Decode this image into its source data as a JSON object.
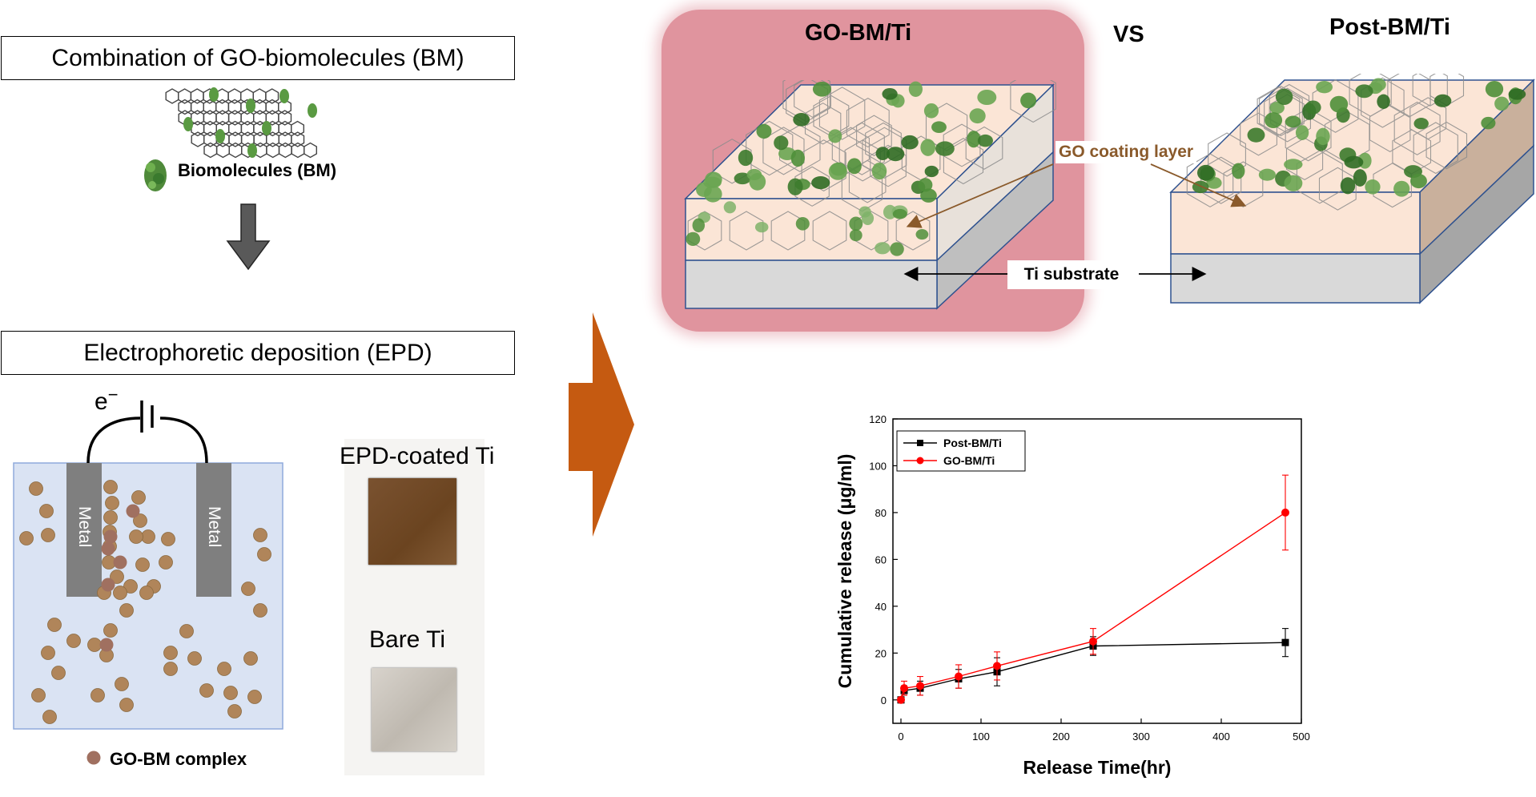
{
  "left": {
    "box1_label": "Combination of GO-biomolecules (BM)",
    "biomolecule_label": "Biomolecules (BM)",
    "box2_label": "Electrophoretic deposition (EPD)",
    "electron_label": "e",
    "electron_sup": "−",
    "electrode_label": "Metal",
    "complex_legend": "GO-BM complex",
    "epd_sample_label": "EPD-coated Ti",
    "bare_sample_label": "Bare Ti"
  },
  "right": {
    "go_title": "GO-BM/Ti",
    "vs_label": "VS",
    "post_title": "Post-BM/Ti",
    "coating_label": "GO coating layer",
    "substrate_label": "Ti substrate"
  },
  "colors": {
    "arrow": "#c55a11",
    "highlight": "#e0949e",
    "coating": "#fbe5d6",
    "substrate": "#d9d9d9",
    "cell": "#dae3f3",
    "particle": "#b0855a",
    "go_series": "#ff0000",
    "post_series": "#000000"
  },
  "chart_data": {
    "type": "line",
    "xlabel": "Release Time(hr)",
    "ylabel": "Cumulative release (μg/ml)",
    "xlim": [
      -10,
      500
    ],
    "ylim": [
      -10,
      120
    ],
    "xticks": [
      0,
      100,
      200,
      300,
      400,
      500
    ],
    "yticks": [
      0,
      20,
      40,
      60,
      80,
      100,
      120
    ],
    "legend_position": "top-left",
    "grid": false,
    "series": [
      {
        "name": "Post-BM/Ti",
        "marker": "square",
        "color": "#000000",
        "x": [
          0,
          4,
          24,
          72,
          120,
          240,
          480
        ],
        "y": [
          0,
          4,
          5,
          9,
          12,
          23,
          24.5
        ],
        "err": [
          1,
          2,
          3,
          4,
          6,
          4,
          6
        ]
      },
      {
        "name": "GO-BM/Ti",
        "marker": "circle",
        "color": "#ff0000",
        "x": [
          0,
          4,
          24,
          72,
          120,
          240,
          480
        ],
        "y": [
          0,
          5,
          6,
          10,
          14.5,
          25,
          80
        ],
        "err": [
          1,
          3,
          4,
          5,
          6,
          5.5,
          16
        ]
      }
    ]
  }
}
